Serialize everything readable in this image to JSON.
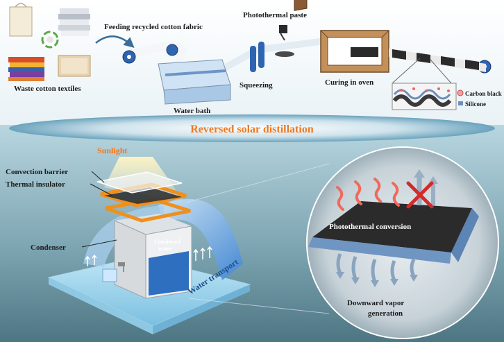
{
  "labels": {
    "waste_textiles": "Waste cotton textiles",
    "feeding": "Feeding recycled cotton fabric",
    "water_bath": "Water bath",
    "squeezing": "Squeezing",
    "photothermal_paste": "Photothermal paste",
    "curing": "Curing in oven",
    "carbon_black": "Carbon black",
    "silicone": "Silicone",
    "banner": "Reversed solar distillation",
    "sunlight": "Sunlight",
    "convection_barrier": "Convection barrier",
    "thermal_insulator": "Thermal insulator",
    "condenser": "Condenser",
    "condensed_water_1": "Condensed",
    "condensed_water_2": "water",
    "water_transport": "Water transport",
    "photothermal_conversion": "Photothermal conversion",
    "downward_vapor_1": "Downward vapor",
    "downward_vapor_2": "generation"
  },
  "colors": {
    "banner_text": "#f07820",
    "sunlight_text": "#f07820",
    "insulator_frame": "#f0901c",
    "water_blue": "#3f86d8",
    "heat_arrow": "#f06a5a",
    "vapor_arrow": "#8aa4c0"
  }
}
